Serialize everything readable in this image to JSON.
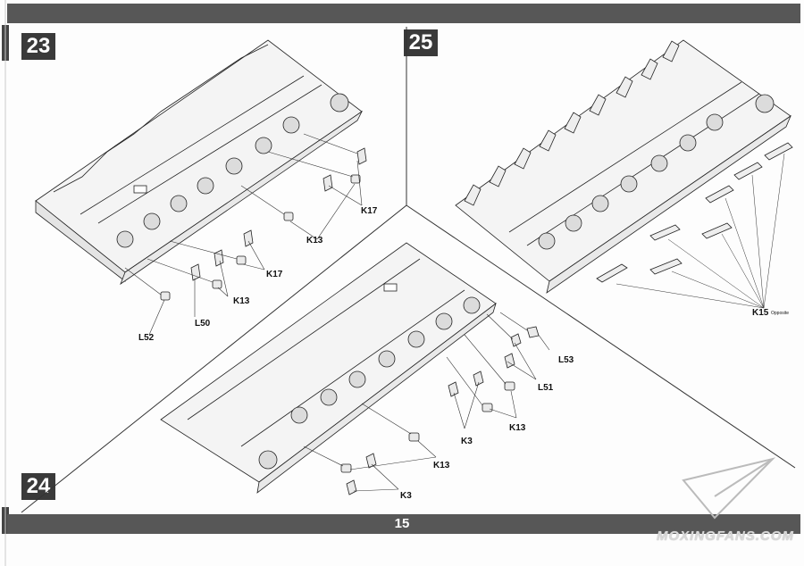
{
  "steps": {
    "s23": "23",
    "s24": "24",
    "s25": "25"
  },
  "page_number": "15",
  "watermark": "MOXINGFANS.COM",
  "parts": {
    "k17a": "K17",
    "k13a": "K13",
    "k17b": "K17",
    "k13b": "K13",
    "l50": "L50",
    "l52": "L52",
    "k15": "K15",
    "k15_note": "Opposite",
    "l53": "L53",
    "l51": "L51",
    "k13c": "K13",
    "k3a": "K3",
    "k13d": "K13",
    "k3b": "K3"
  },
  "colors": {
    "bar": "#575757",
    "line": "#222222",
    "panel": "#f4f4f4"
  }
}
